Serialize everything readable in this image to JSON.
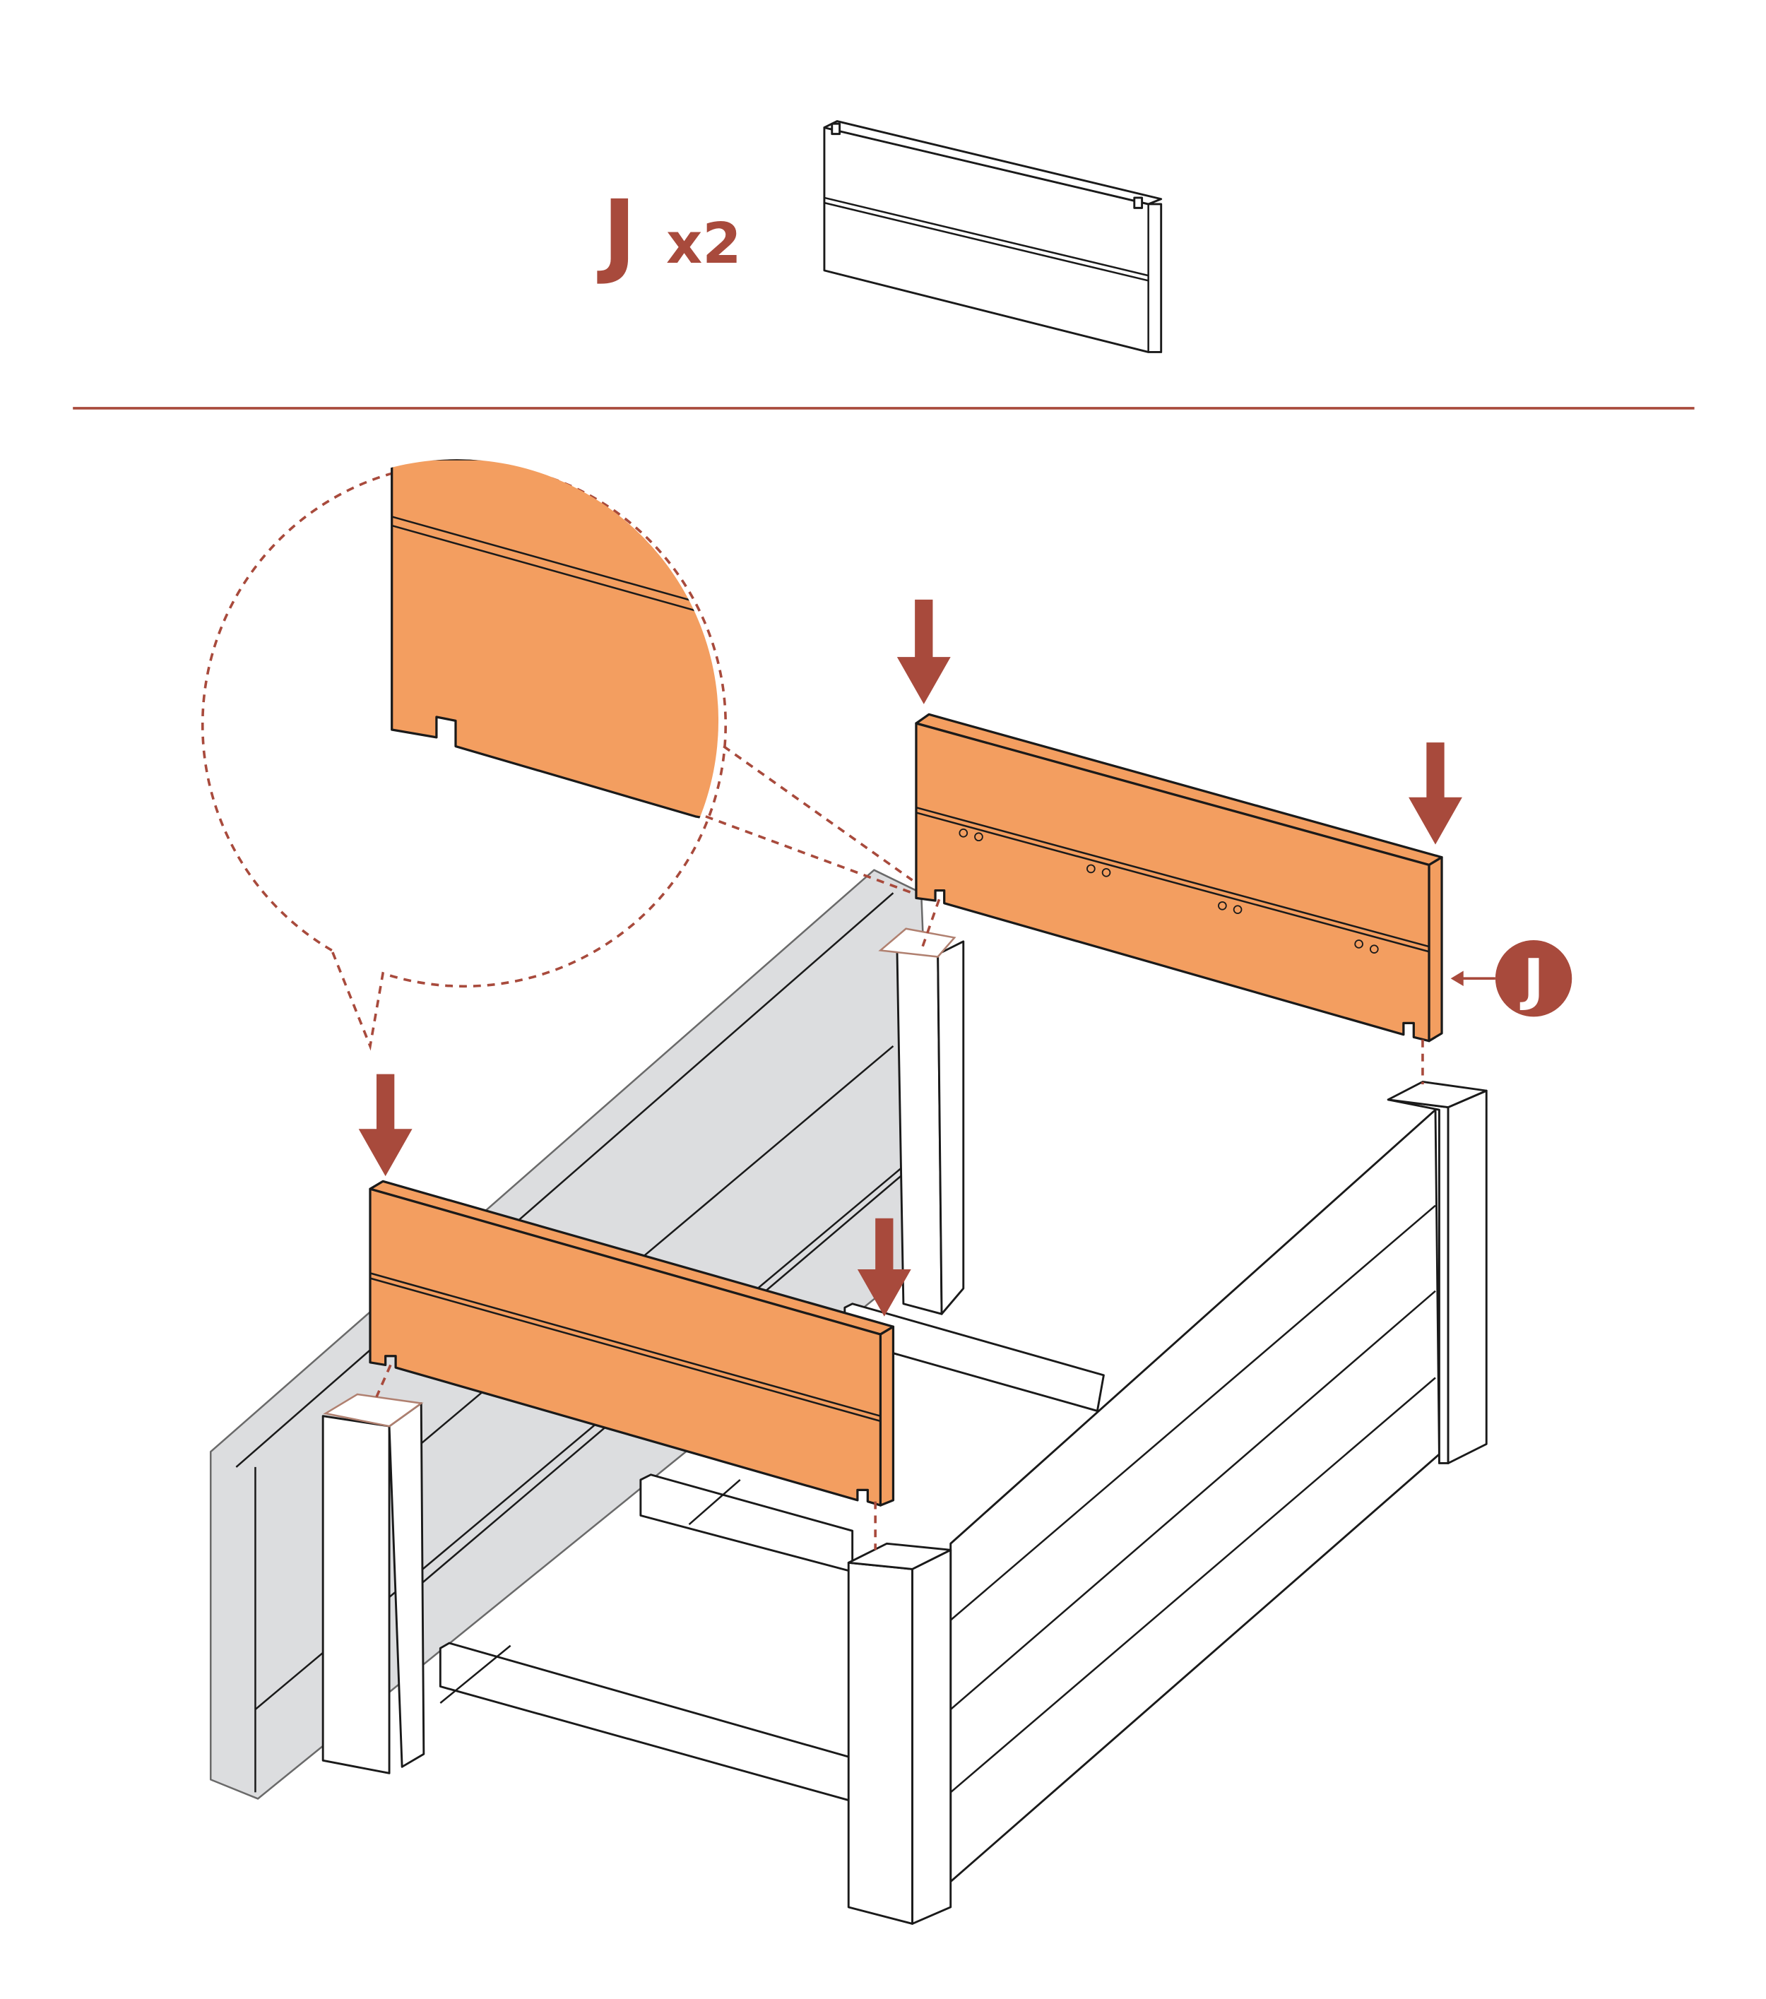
{
  "header": {
    "part_letter": "J",
    "quantity": "x2"
  },
  "callout": {
    "part_label": "J"
  },
  "colors": {
    "accent": "#a84a3c",
    "part_highlight": "#f39e60",
    "existing_part": "#dcdddf"
  }
}
